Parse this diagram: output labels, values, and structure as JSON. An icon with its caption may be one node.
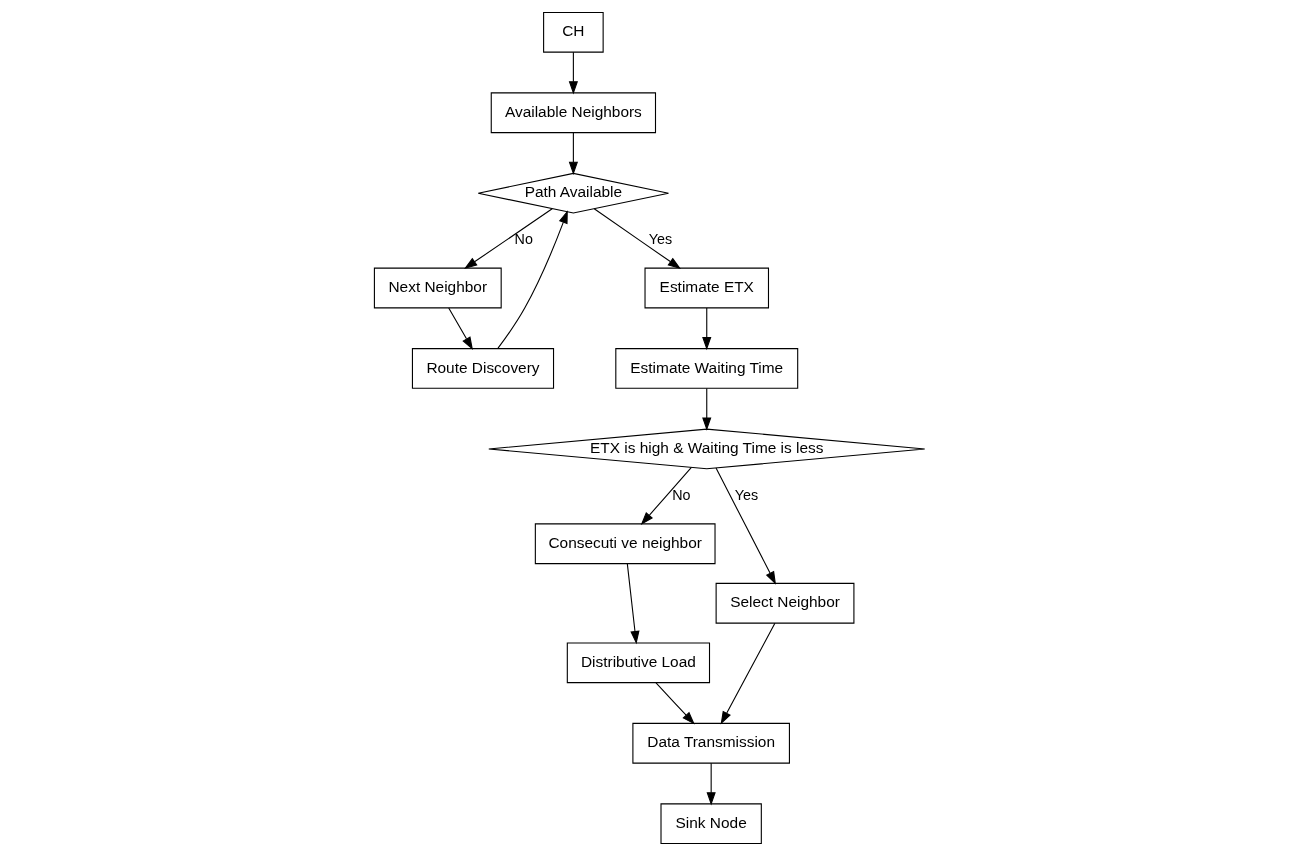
{
  "diagram": {
    "nodes": [
      {
        "text": [
          "CH"
        ]
      },
      {
        "text": [
          "Available Neighbors"
        ]
      },
      {
        "text": [
          "Path Available"
        ]
      },
      {
        "text": [
          "Next Neighbor"
        ]
      },
      {
        "text": [
          "Route Discovery"
        ]
      },
      {
        "text": [
          "Estimate ETX"
        ]
      },
      {
        "text": [
          "Estimate Waiting Time"
        ]
      },
      {
        "text": [
          "ETX is high & Waiting Time is less"
        ]
      },
      {
        "text": [
          "Consecuti ve neighbor"
        ]
      },
      {
        "text": [
          "Select Neighbor"
        ]
      },
      {
        "text": [
          "Distributive Load"
        ]
      },
      {
        "text": [
          "Data Transmission"
        ]
      },
      {
        "text": [
          "Sink Node"
        ]
      }
    ],
    "edges": [
      {
        "from": 0,
        "to": 1,
        "arrow": "to"
      },
      {
        "from": 1,
        "to": 2,
        "arrow": "to"
      },
      {
        "from": 2,
        "to": 3,
        "arrow": "to",
        "label": "No"
      },
      {
        "from": 3,
        "to": 4,
        "arrow": "to"
      },
      {
        "from": 4,
        "to": 2,
        "arrow": "to"
      },
      {
        "from": 2,
        "to": 5,
        "arrow": "to",
        "label": "Yes"
      },
      {
        "from": 5,
        "to": 6,
        "arrow": "to"
      },
      {
        "from": 6,
        "to": 7,
        "arrow": "to"
      },
      {
        "from": 7,
        "to": 8,
        "arrow": "to",
        "label": "No"
      },
      {
        "from": 7,
        "to": 9,
        "arrow": "to",
        "label": "Yes"
      },
      {
        "from": 8,
        "to": 10,
        "arrow": "to"
      },
      {
        "from": 9,
        "to": 11,
        "arrow": "to"
      },
      {
        "from": 10,
        "to": 11,
        "arrow": "to"
      },
      {
        "from": 11,
        "to": 12,
        "arrow": "to"
      }
    ]
  }
}
